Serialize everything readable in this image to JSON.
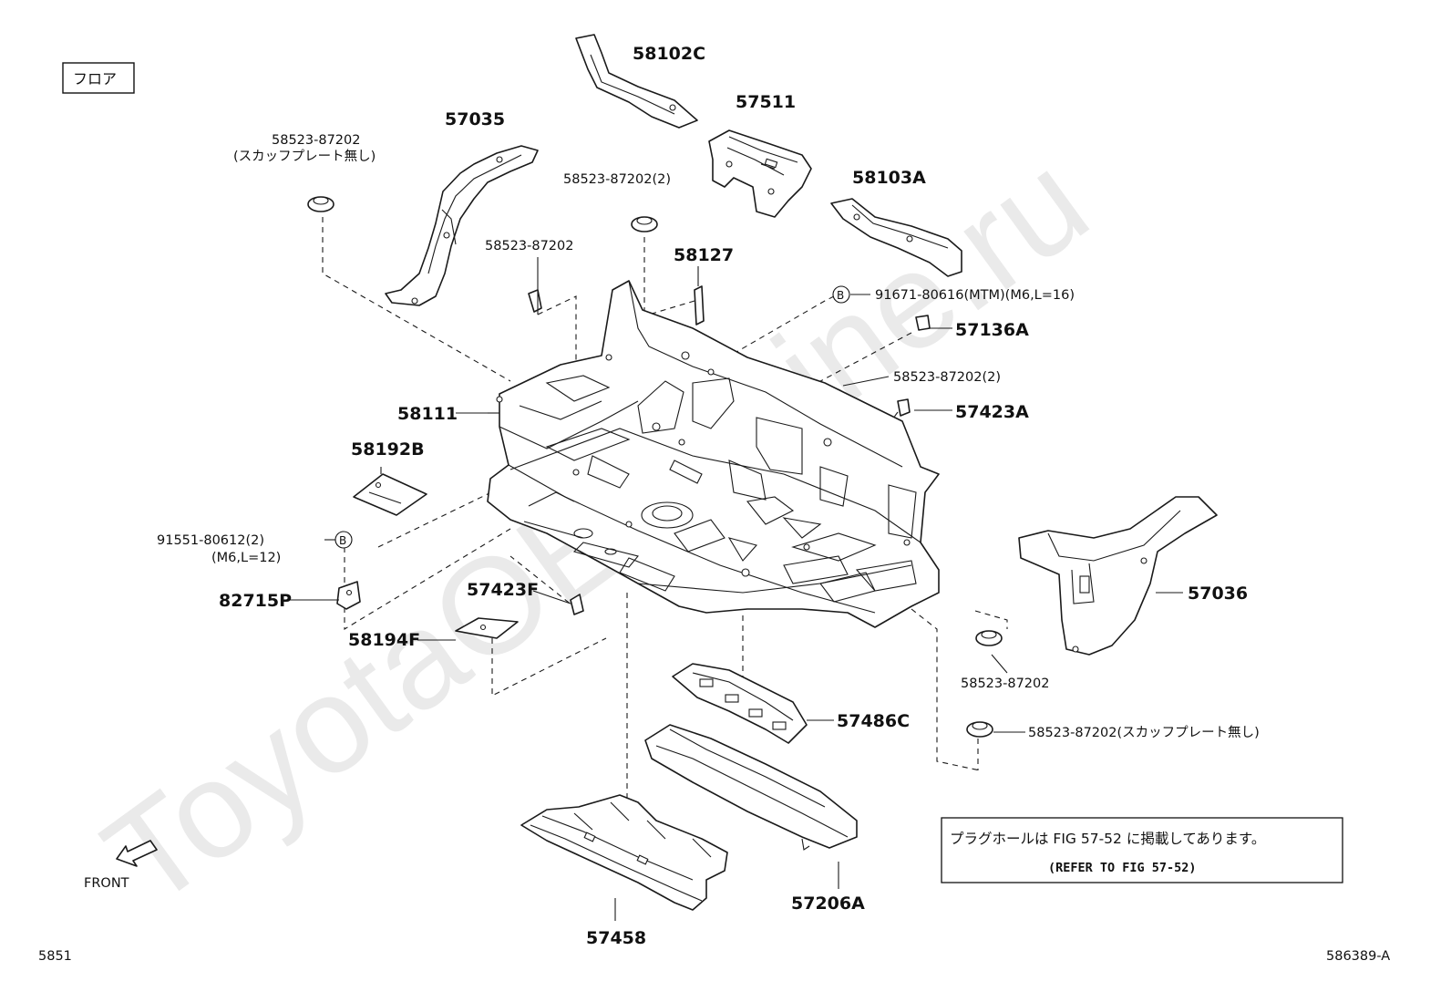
{
  "section_label": "フロア",
  "parts": {
    "p58102C": "58102C",
    "p57035": "57035",
    "p57511": "57511",
    "p58103A": "58103A",
    "p58127": "58127",
    "p57136A": "57136A",
    "p57423A": "57423A",
    "p58111": "58111",
    "p58192B": "58192B",
    "p82715P": "82715P",
    "p57423F": "57423F",
    "p58194F": "58194F",
    "p57036": "57036",
    "p57486C": "57486C",
    "p57206A": "57206A",
    "p57458": "57458"
  },
  "callouts": {
    "grommet_top_left_1": "58523-87202",
    "grommet_top_left_2": "(スカッフプレート無し)",
    "grommet_top_center": "58523-87202(2)",
    "clip_center": "58523-87202",
    "bolt_top": "91671-80616(MTM)(M6,L=16)",
    "grommet_mid_right": "58523-87202(2)",
    "bolt_left_1": "91551-80612(2)",
    "bolt_left_2": "(M6,L=12)",
    "grommet_lower_right": "58523-87202",
    "grommet_bottom_right": "58523-87202(スカッフプレート無し)"
  },
  "circle_marks": {
    "b_top": "B",
    "b_left": "B"
  },
  "note": {
    "line1": "プラグホールは FIG 57-52 に掲載してあります。",
    "line2": "(REFER TO FIG 57-52)"
  },
  "front_label": "FRONT",
  "footer": {
    "left": "5851",
    "right": "586389-A"
  },
  "watermark": "ToyotaOEMmine.ru"
}
